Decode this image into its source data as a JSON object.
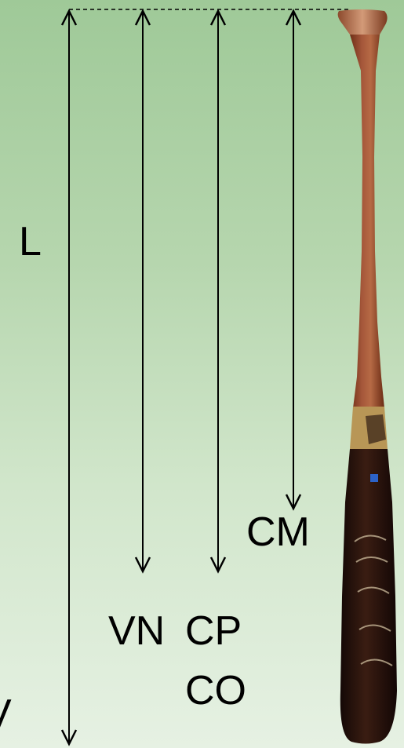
{
  "labels": {
    "length": "L",
    "center_of_mass": "CM",
    "vibration_node": "VN",
    "center_of_percussion": "CP",
    "center_of_oscillation": "CO",
    "partial_left": "V"
  },
  "colors": {
    "arrow": "#000000",
    "bat_wood": "#9a4a2c",
    "bat_knob": "#b8724c",
    "grip_tape": "#b89656",
    "bat_barrel": "#2a140d"
  }
}
